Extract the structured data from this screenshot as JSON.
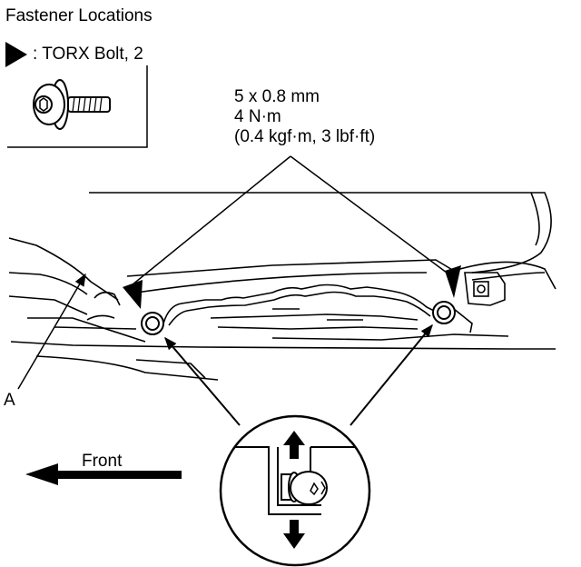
{
  "title": "Fastener Locations",
  "legend": {
    "marker_icon": "triangle-marker-icon",
    "text": ": TORX Bolt, 2"
  },
  "spec": {
    "line1": "5 x 0.8 mm",
    "line2": "4 N·m",
    "line3": "(0.4 kgf·m, 3 lbf·ft)"
  },
  "callout_a": "A",
  "front": {
    "label": "Front",
    "icon": "arrow-left-icon"
  },
  "detail_icons": [
    "arrow-up-icon",
    "arrow-down-icon",
    "bolt-icon"
  ]
}
